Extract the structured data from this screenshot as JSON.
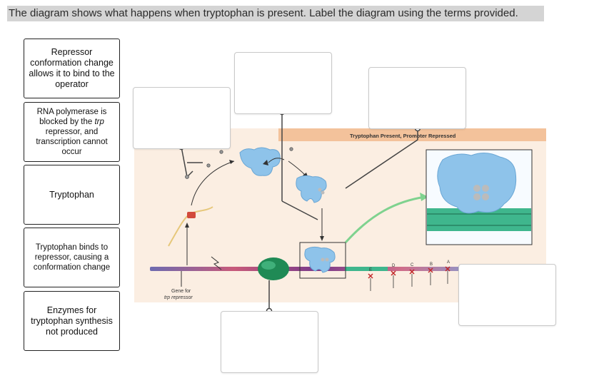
{
  "instruction": "The diagram shows what happens when tryptophan is present. Label the diagram using the terms provided.",
  "terms": [
    {
      "id": "repressor-conformation",
      "text": "Repressor conformation change allows it to bind to the operator"
    },
    {
      "id": "rna-polymerase-blocked",
      "text_before": "RNA polymerase is blocked by the ",
      "text_italic": "trp",
      "text_after": " repressor, and transcription cannot occur"
    },
    {
      "id": "tryptophan",
      "text": "Tryptophan"
    },
    {
      "id": "tryptophan-binds",
      "text": "Tryptophan binds to repressor, causing a conformation change"
    },
    {
      "id": "enzymes-not-produced",
      "text": "Enzymes for tryptophan synthesis not produced"
    }
  ],
  "diagram": {
    "banner": "Tryptophan Present, Promoter Repressed",
    "gene_label_line1": "Gene for",
    "gene_label_line2": "trp repressor",
    "gene_letters": [
      "E",
      "D",
      "C",
      "B",
      "A"
    ],
    "colors": {
      "panel": "#fbeee2",
      "banner": "#f3c29b",
      "repressor": "#8ec3ea",
      "polymerase": "#1f8a55",
      "dna_green": "#3fb68d",
      "arrow_green": "#7fd28f",
      "cross": "#c0282a"
    }
  }
}
